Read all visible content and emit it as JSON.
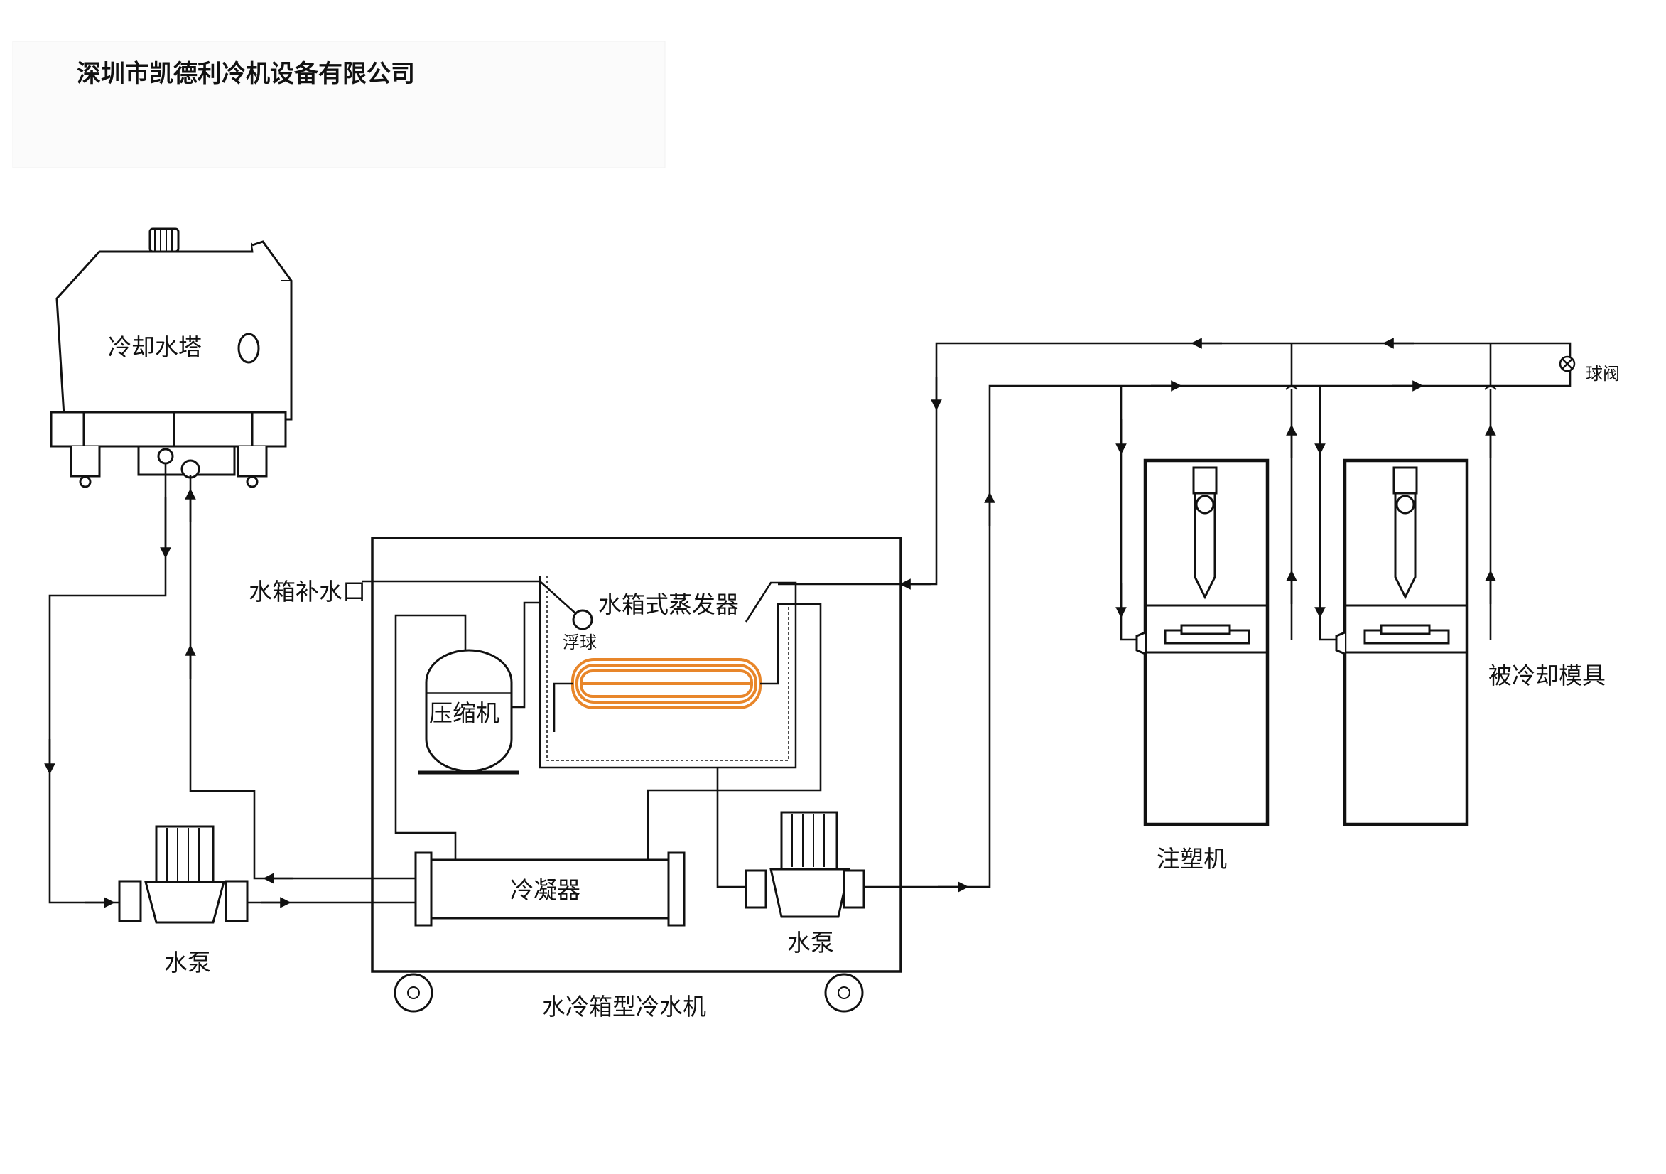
{
  "company_name": "深圳市凯德利冷机设备有限公司",
  "labels": {
    "cooling_tower": "冷却水塔",
    "makeup_water_inlet": "水箱补水口",
    "tank_evaporator": "水箱式蒸发器",
    "float_ball": "浮球",
    "compressor": "压缩机",
    "condenser": "冷凝器",
    "pump_left": "水泵",
    "pump_right": "水泵",
    "chiller_unit": "水冷箱型冷水机",
    "ball_valve": "球阀",
    "cooled_mold": "被冷却模具",
    "injection_machine": "注塑机"
  },
  "colors": {
    "line": "#111111",
    "evaporator_coil": "#e8862a",
    "background": "#ffffff"
  }
}
